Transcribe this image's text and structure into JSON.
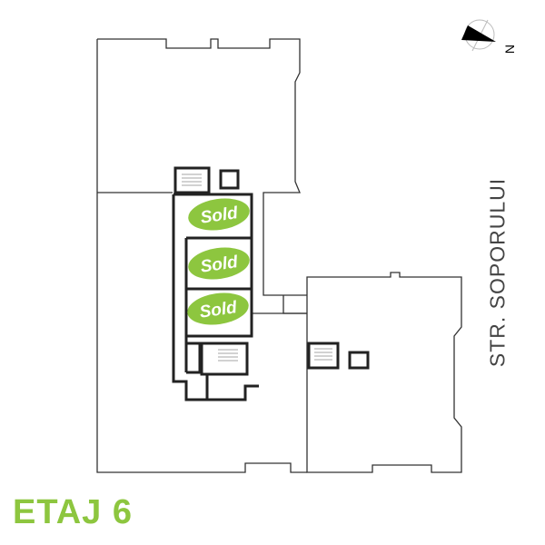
{
  "floor_label": "ETAJ 6",
  "street_label": "STR. SOPORULUI",
  "compass": {
    "label": "N",
    "icon": "compass-north-arrow-icon"
  },
  "units": [
    {
      "status": "Sold"
    },
    {
      "status": "Sold"
    },
    {
      "status": "Sold"
    }
  ],
  "colors": {
    "accent": "#8dc63f",
    "wall": "#222222",
    "outline": "#333333"
  }
}
